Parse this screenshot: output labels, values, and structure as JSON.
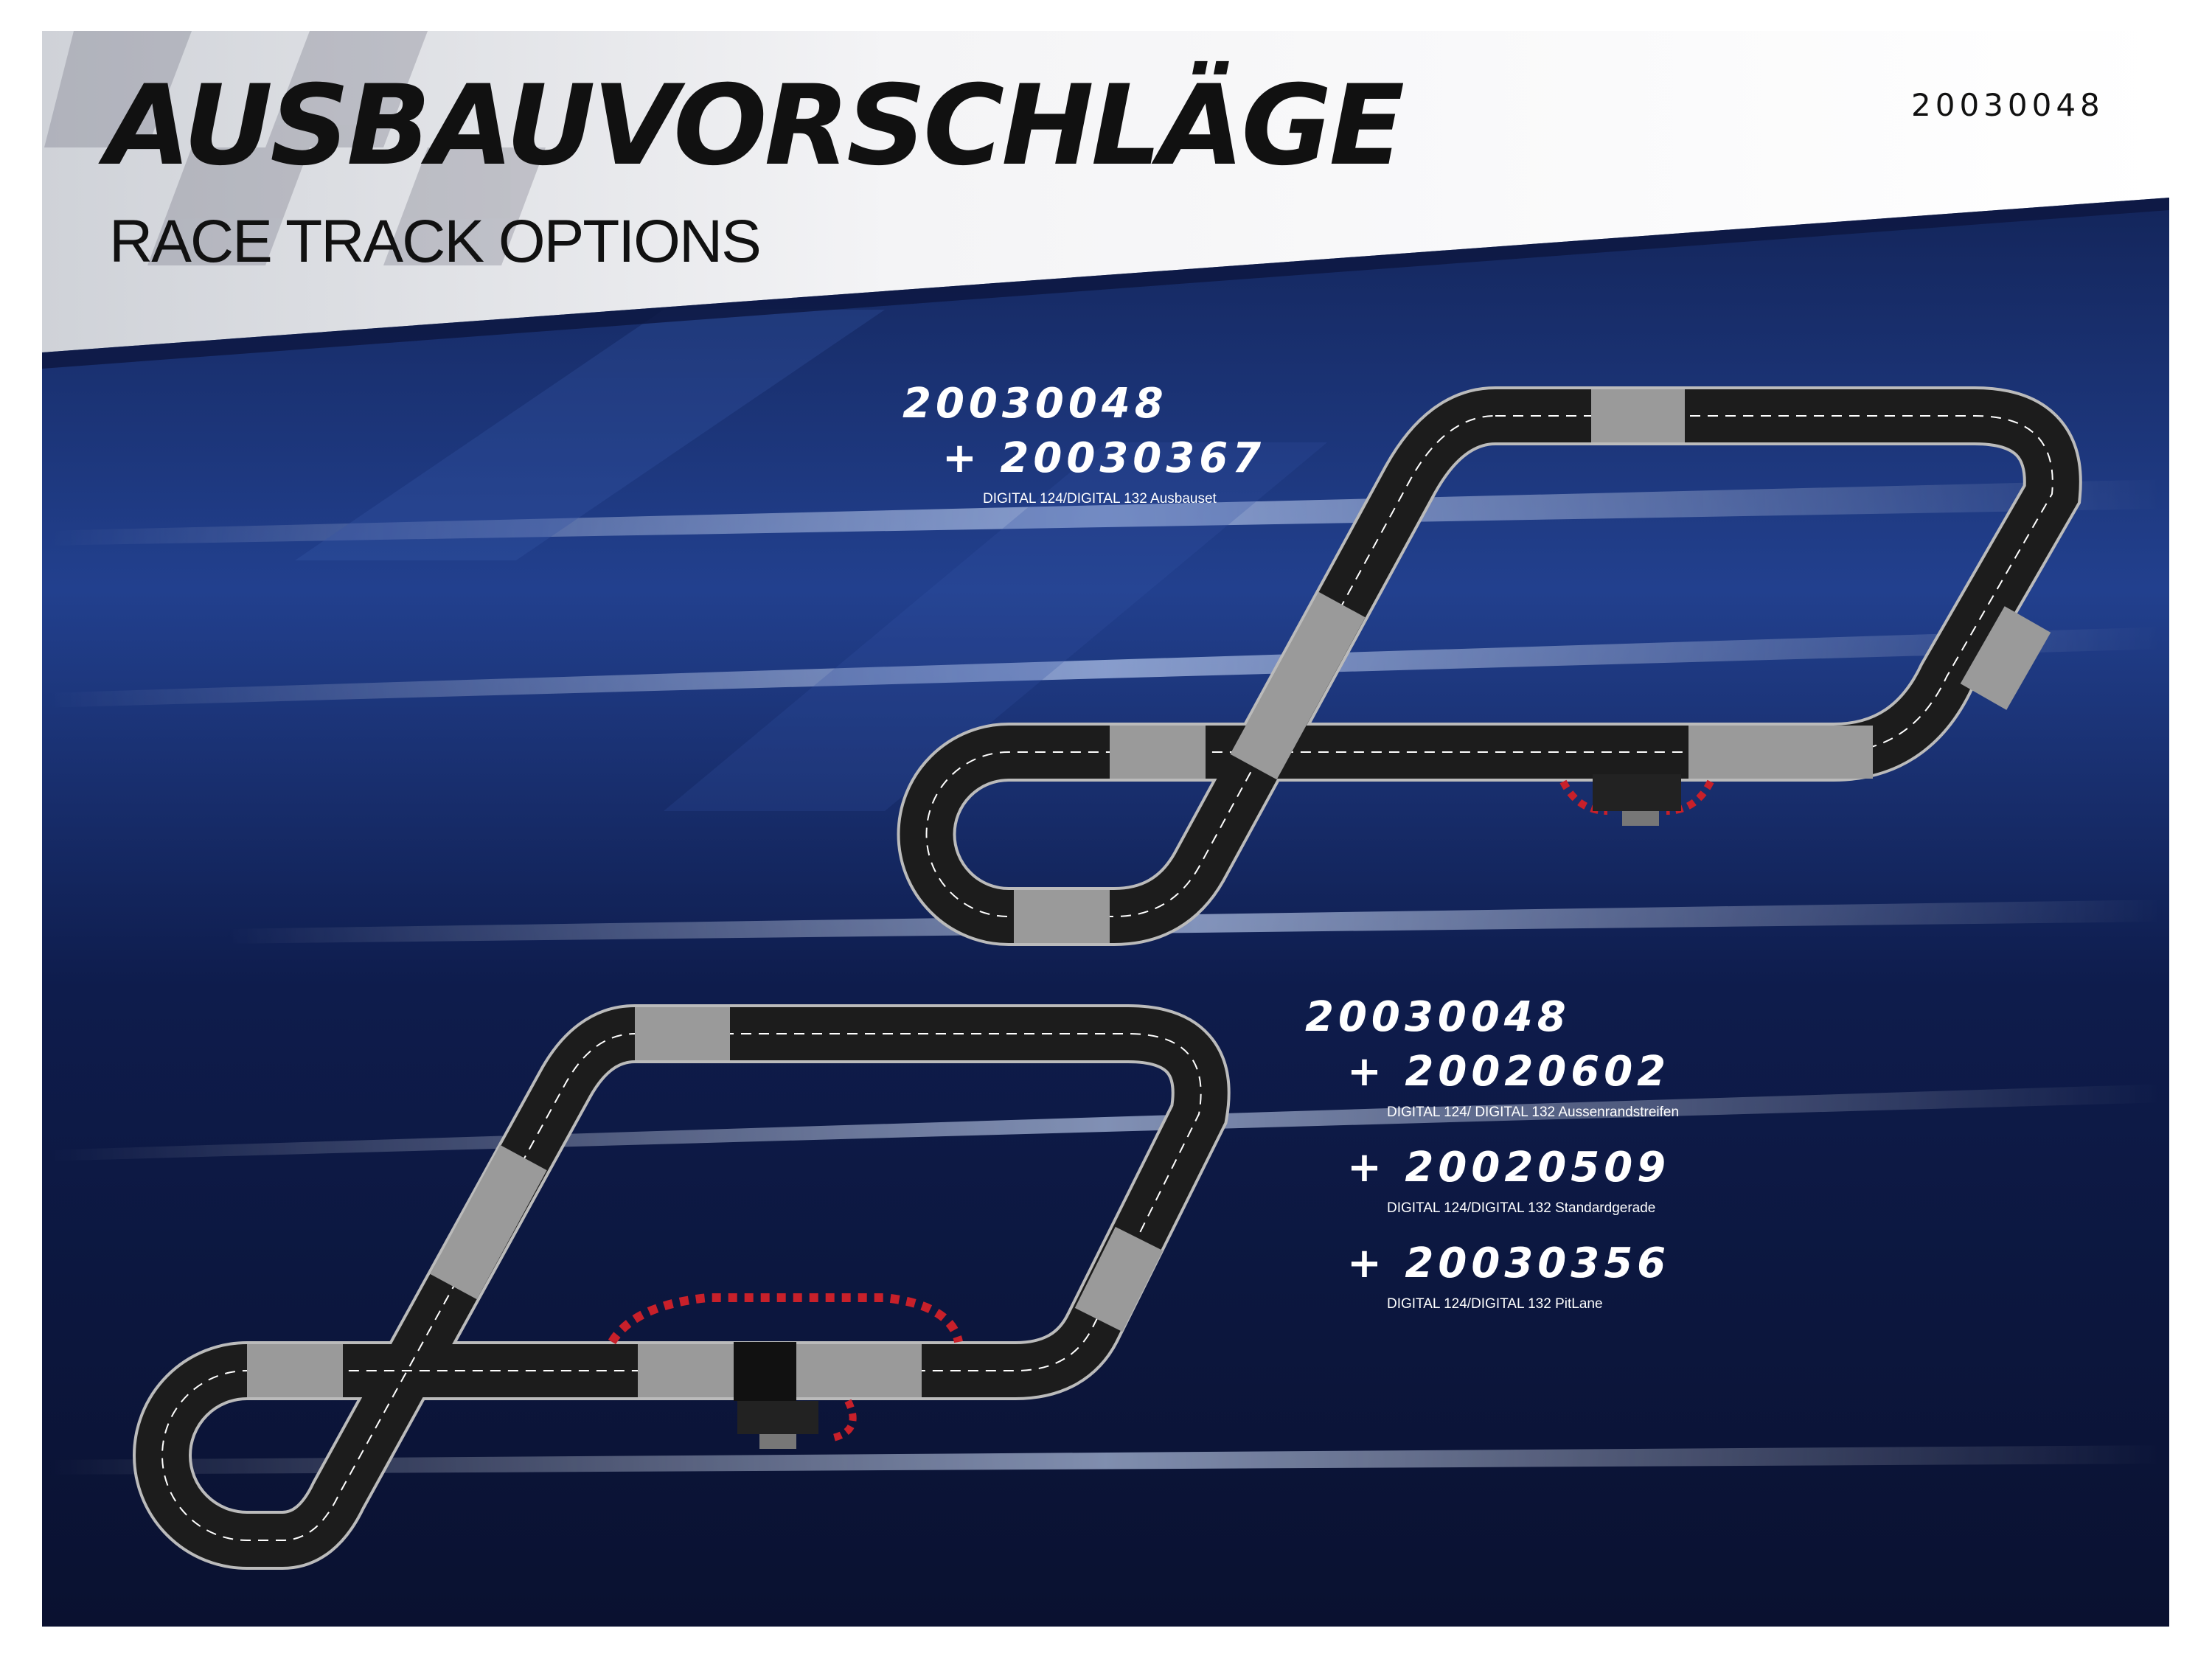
{
  "header": {
    "title": "AUSBAUVORSCHLÄGE",
    "subtitle": "RACE TRACK OPTIONS",
    "product_code": "20030048"
  },
  "option_1": {
    "base": "20030048",
    "additions": [
      {
        "code": "+ 20030367",
        "description": "DIGITAL 124/DIGITAL 132 Ausbauset"
      }
    ]
  },
  "option_2": {
    "base": "20030048",
    "additions": [
      {
        "code": "+ 20020602",
        "description": "DIGITAL 124/ DIGITAL 132 Aussenrandstreifen"
      },
      {
        "code": "+ 20020509",
        "description": "DIGITAL 124/DIGITAL 132 Standardgerade"
      },
      {
        "code": "+ 20030356",
        "description": "DIGITAL 124/DIGITAL 132  PitLane"
      }
    ]
  },
  "colors": {
    "background_blue": "#1b2f6e",
    "track": "#1c1c1c",
    "track_grey": "#9a9a9a",
    "curb_red": "#c8202a"
  }
}
